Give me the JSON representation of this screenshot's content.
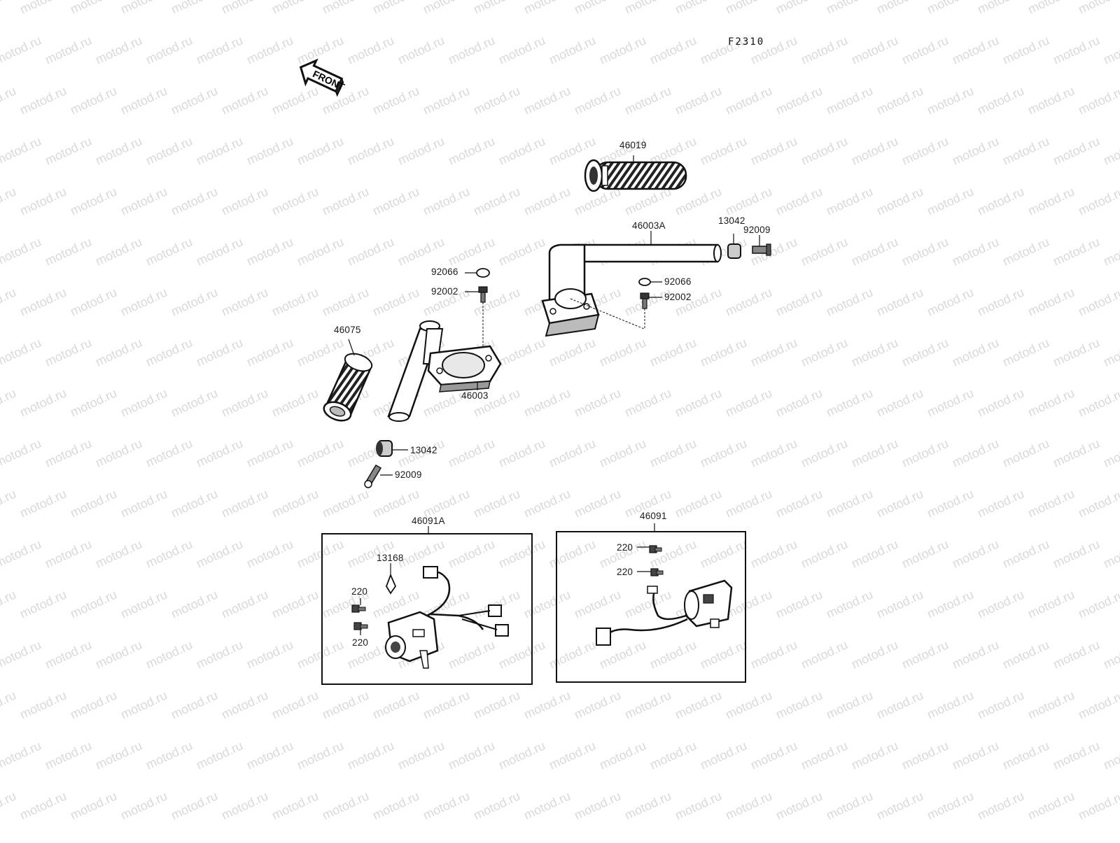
{
  "figure_code": "F2310",
  "direction_arrow": {
    "text": "FRONT",
    "icon": "front-arrow-icon"
  },
  "watermark": "motod.ru",
  "parts": {
    "grip_right": "46019",
    "handlebar_right": "46003A",
    "weight_right": "13042",
    "screw_weight_right": "92009",
    "cap_right": "92066",
    "bolt_right": "92002",
    "cap_left": "92066",
    "bolt_left": "92002",
    "grip_left": "46075",
    "handlebar_left": "46003",
    "weight_left": "13042",
    "screw_weight_left": "92009",
    "switch_left_box": "46091A",
    "clamp": "13168",
    "screw_switch_left_top": "220",
    "screw_switch_left_bottom": "220",
    "switch_right_box": "46091",
    "screw_switch_right_top": "220",
    "screw_switch_right_bottom": "220"
  }
}
